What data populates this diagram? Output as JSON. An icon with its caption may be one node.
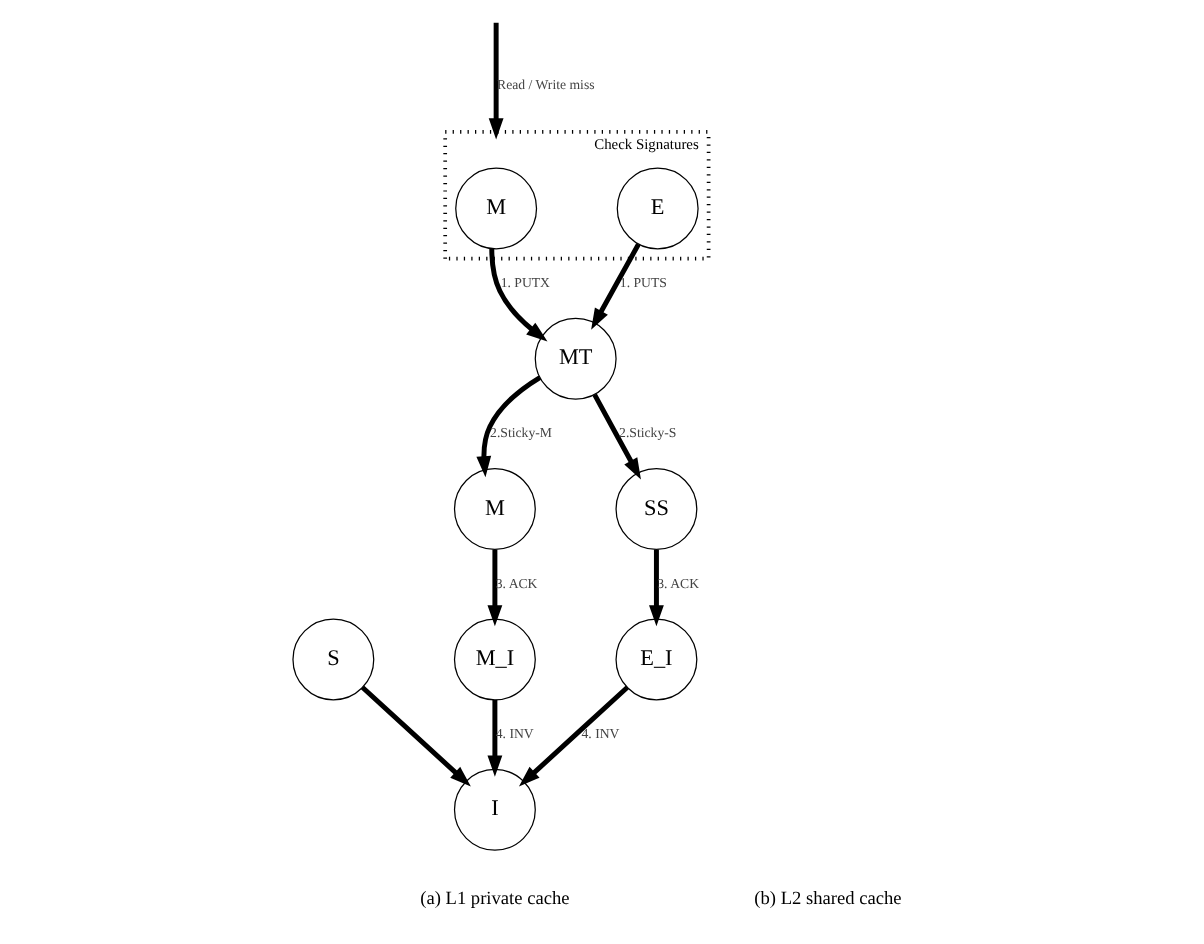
{
  "diagram": {
    "nodes": [
      {
        "text": [
          "Check Signatures"
        ]
      },
      {
        "text": [
          "M"
        ],
        "in": 0
      },
      {
        "text": [
          "E"
        ],
        "in": 0
      },
      {
        "text": [
          "MT"
        ]
      },
      {
        "text": [
          "M"
        ]
      },
      {
        "text": [
          "SS"
        ]
      },
      {
        "text": [
          "S"
        ]
      },
      {
        "text": [
          "M_I"
        ]
      },
      {
        "text": [
          "I"
        ]
      },
      {
        "text": [
          "E_I"
        ]
      }
    ],
    "edges": [
      {
        "from": null,
        "to": 0,
        "arrow": "to",
        "label": "Read / Write miss"
      },
      {
        "from": 1,
        "to": 3,
        "arrow": "to",
        "label": "1. PUTX"
      },
      {
        "from": 2,
        "to": 3,
        "arrow": "to",
        "label": "1. PUTS"
      },
      {
        "from": 3,
        "to": 4,
        "arrow": "to",
        "label": "2.Sticky-M"
      },
      {
        "from": 3,
        "to": 5,
        "arrow": "to",
        "label": "2.Sticky-S"
      },
      {
        "from": 4,
        "to": 7,
        "arrow": "to",
        "label": "3. ACK"
      },
      {
        "from": 5,
        "to": 9,
        "arrow": "to",
        "label": "3. ACK"
      },
      {
        "from": 6,
        "to": 8,
        "arrow": "to"
      },
      {
        "from": 7,
        "to": 8,
        "arrow": "to",
        "label": "4. INV"
      },
      {
        "from": 9,
        "to": 8,
        "arrow": "to",
        "label": "4. INV"
      }
    ],
    "labels": [
      "(a) L1 private cache",
      "(b) L2 shared cache"
    ]
  }
}
